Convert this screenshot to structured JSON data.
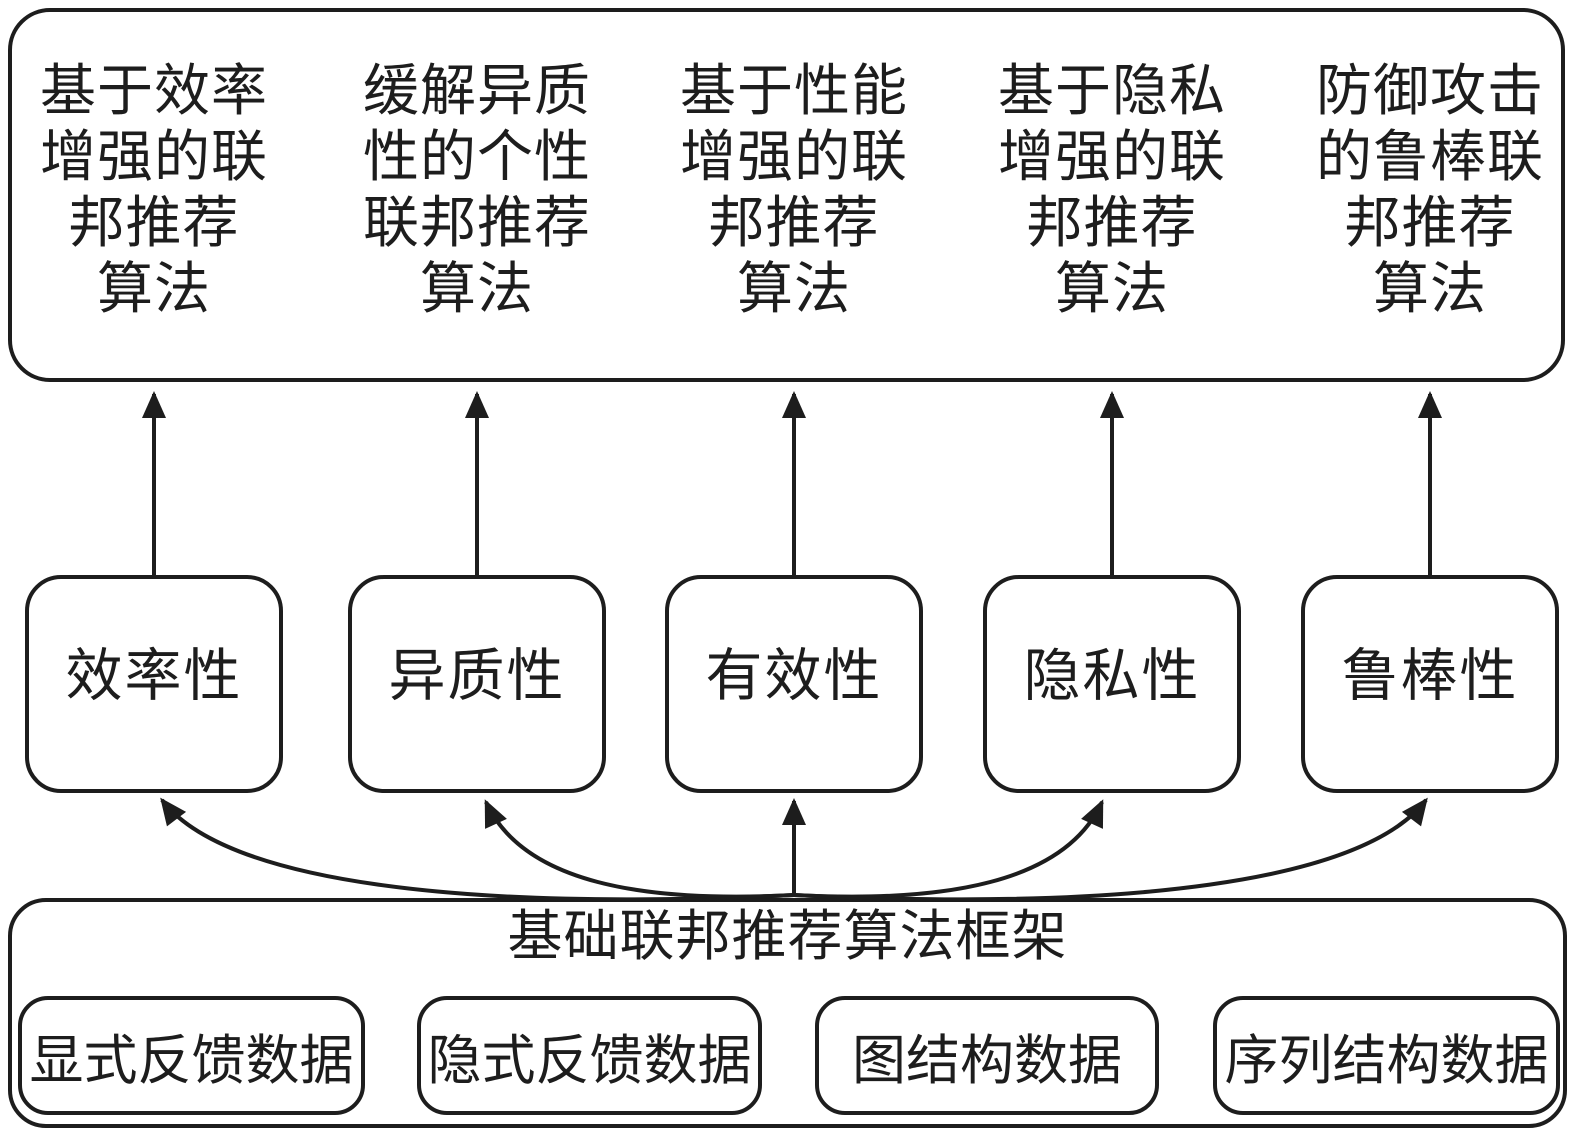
{
  "colors": {
    "ink": "#1d1d1d",
    "background": "#ffffff"
  },
  "top_box": {
    "columns": [
      {
        "lines": [
          "基于效率",
          "增强的联",
          "邦推荐",
          "算法"
        ]
      },
      {
        "lines": [
          "缓解异质",
          "性的个性",
          "联邦推荐",
          "算法"
        ]
      },
      {
        "lines": [
          "基于性能",
          "增强的联",
          "邦推荐",
          "算法"
        ]
      },
      {
        "lines": [
          "基于隐私",
          "增强的联",
          "邦推荐",
          "算法"
        ]
      },
      {
        "lines": [
          "防御攻击",
          "的鲁棒联",
          "邦推荐",
          "算法"
        ]
      }
    ]
  },
  "middle_boxes": [
    {
      "label": "效率性"
    },
    {
      "label": "异质性"
    },
    {
      "label": "有效性"
    },
    {
      "label": "隐私性"
    },
    {
      "label": "鲁棒性"
    }
  ],
  "bottom_box": {
    "title": "基础联邦推荐算法框架",
    "data_boxes": [
      {
        "label": "显式反馈数据"
      },
      {
        "label": "隐式反馈数据"
      },
      {
        "label": "图结构数据"
      },
      {
        "label": "序列结构数据"
      }
    ]
  }
}
